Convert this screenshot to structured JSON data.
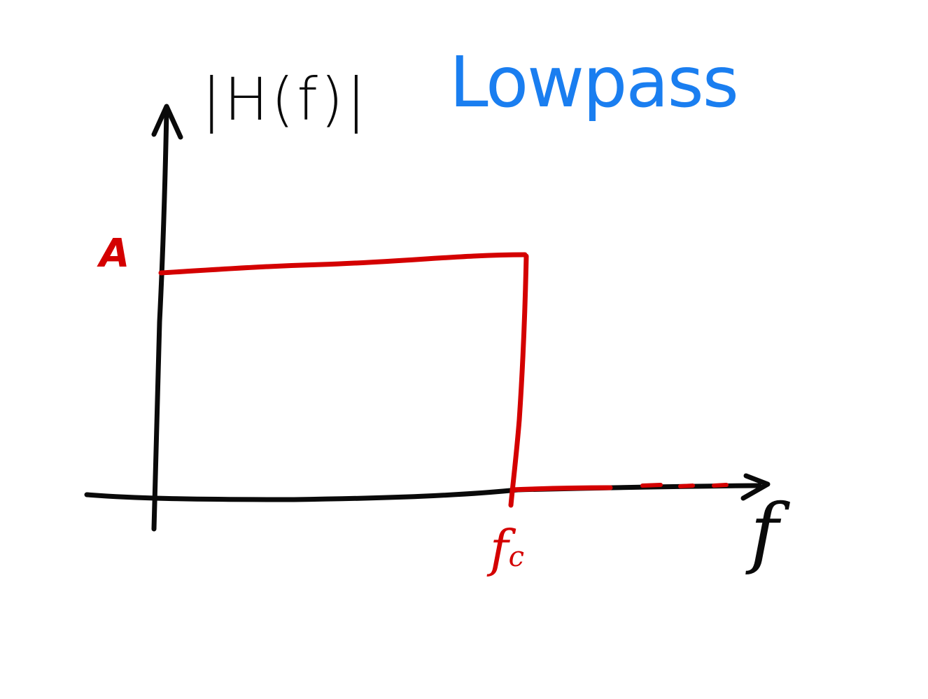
{
  "title": "Lowpass",
  "y_axis_label": "|H(f)|",
  "x_axis_label": "f",
  "amplitude_label": "A",
  "cutoff_label": {
    "main": "f",
    "sub": "c"
  },
  "colors": {
    "axes": "#0a0a0a",
    "response": "#d40000",
    "title": "#1a7ef0"
  }
}
